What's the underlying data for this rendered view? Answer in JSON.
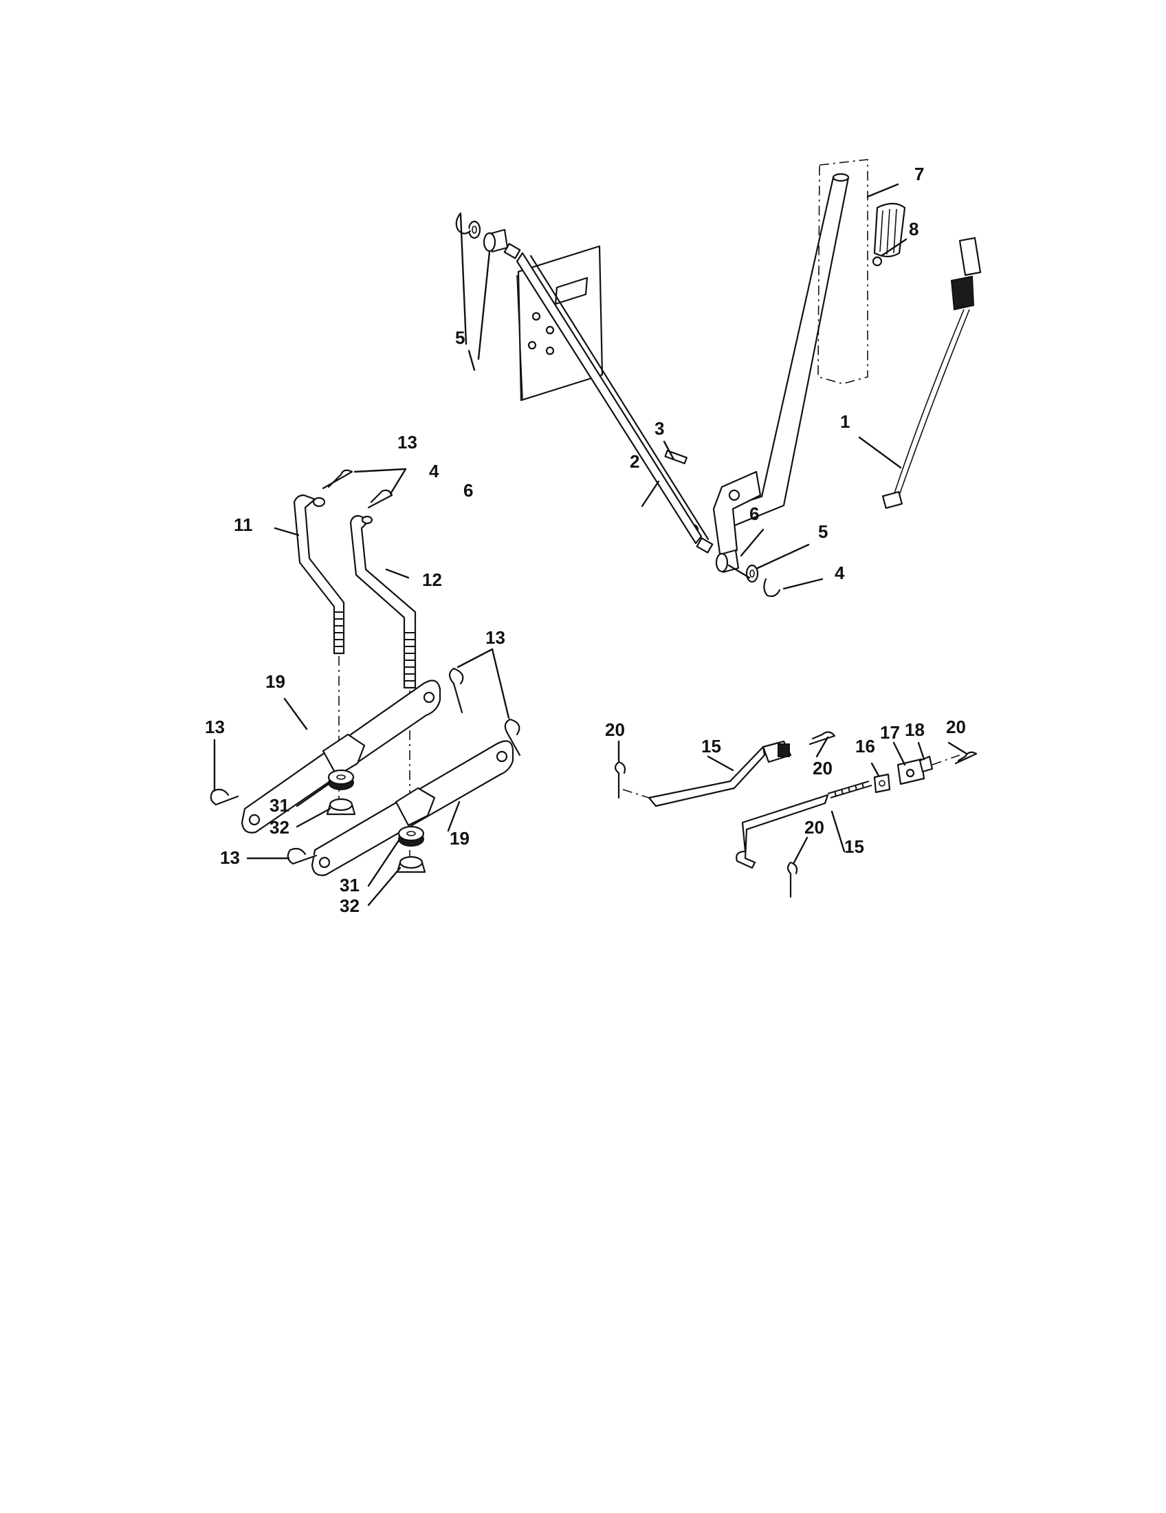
{
  "callouts": {
    "c1": "1",
    "c2": "2",
    "c3": "3",
    "c4a": "4",
    "c4b": "4",
    "c5a": "5",
    "c5b": "5",
    "c6a": "6",
    "c6b": "6",
    "c7": "7",
    "c8": "8",
    "c11": "11",
    "c12": "12",
    "c13a": "13",
    "c13b": "13",
    "c13c": "13",
    "c13d": "13",
    "c15a": "15",
    "c15b": "15",
    "c16": "16",
    "c17": "17",
    "c18": "18",
    "c19a": "19",
    "c19b": "19",
    "c20a": "20",
    "c20b": "20",
    "c20c": "20",
    "c20d": "20",
    "c31a": "31",
    "c31b": "31",
    "c32a": "32",
    "c32b": "32"
  },
  "colors": {
    "ink": "#111111",
    "paper": "#ffffff"
  }
}
